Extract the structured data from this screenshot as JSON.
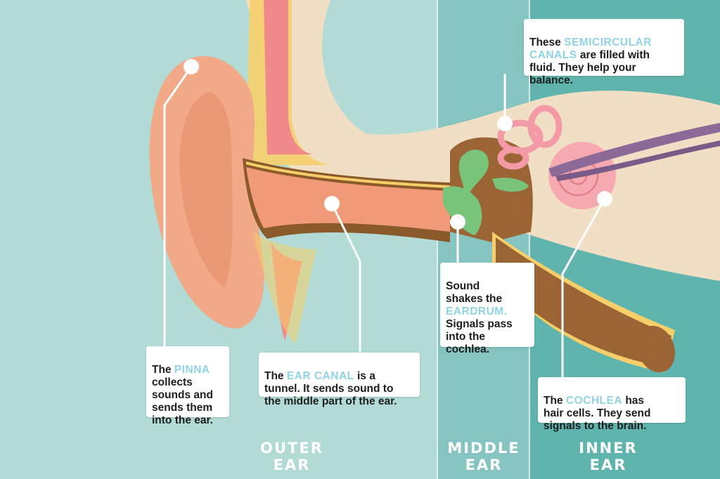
{
  "callouts": {
    "semicircular": {
      "pre": "These ",
      "highlight": "SEMICIRCULAR\nCANALS",
      "post": " are filled with\nfluid. They help your\nbalance."
    },
    "eardrum": {
      "pre": "Sound\nshakes the\n",
      "highlight": "EARDRUM.",
      "post": "\nSignals pass\ninto the\ncochlea."
    },
    "pinna": {
      "pre": "The ",
      "highlight": "PINNA",
      "post": "\ncollects\nsounds and\nsends them\ninto the ear."
    },
    "ear_canal": {
      "pre": "The ",
      "highlight": "EAR CANAL",
      "post": " is a\ntunnel. It sends sound to\nthe middle part of the ear."
    },
    "cochlea": {
      "pre": "The ",
      "highlight": "COCHLEA",
      "post": " has\nhair cells. They send\nsignals to the brain."
    }
  },
  "zones": {
    "outer": "OUTER\nEAR",
    "middle": "MIDDLE\nEAR",
    "inner": "INNER\nEAR"
  },
  "colors": {
    "outer_bg": "#b2dbd6",
    "middle_bg": "#85c4c0",
    "inner_bg": "#5fb4ad",
    "highlight_text": "#8fd3e8",
    "skin": "#f2a987",
    "canal_wall": "#8b5a2b",
    "bone": "#f1dfc5",
    "cochlea": "#f6a9b0",
    "nerve": "#8b6a97"
  }
}
